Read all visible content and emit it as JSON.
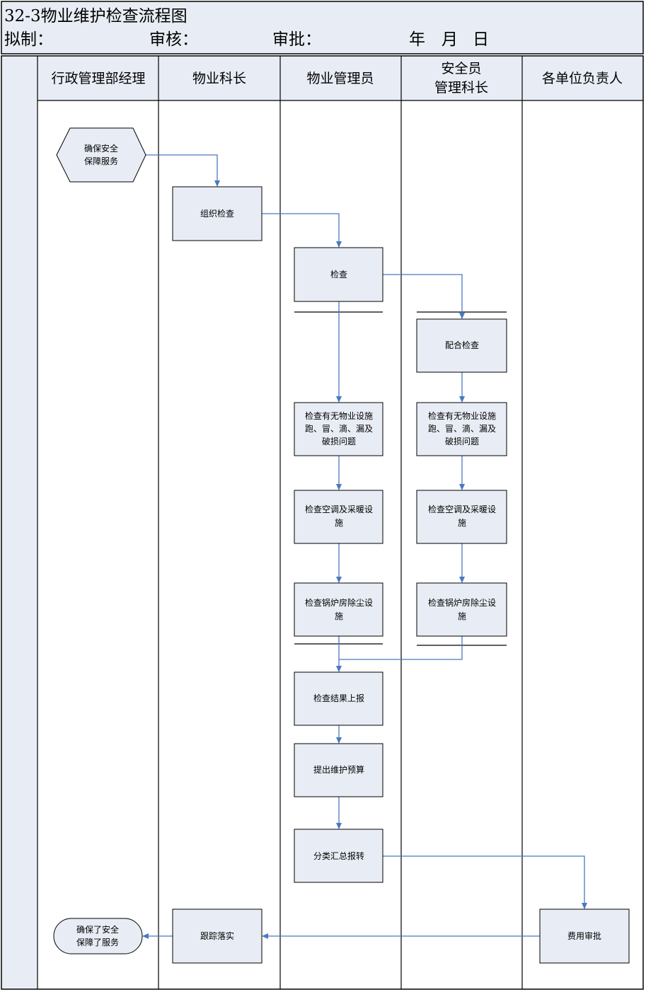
{
  "header": {
    "title": "32-3物业维护检查流程图",
    "drafted_label": "拟制：",
    "reviewed_label": "审核：",
    "approved_label": "审批：",
    "date_year": "年",
    "date_month": "月",
    "date_day": "日"
  },
  "lanes": [
    {
      "id": "lane-admin-manager",
      "lines": [
        "行政管理部经理"
      ]
    },
    {
      "id": "lane-property-section-chief",
      "lines": [
        "物业科长"
      ]
    },
    {
      "id": "lane-property-manager",
      "lines": [
        "物业管理员"
      ]
    },
    {
      "id": "lane-safety-officer",
      "lines": [
        "安全员",
        "管理科长"
      ]
    },
    {
      "id": "lane-unit-heads",
      "lines": [
        "各单位负责人"
      ]
    }
  ],
  "nodes": [
    {
      "id": "start",
      "shape": "hexagon",
      "lines": [
        "确保安全",
        "保障服务"
      ]
    },
    {
      "id": "organize-inspection",
      "shape": "rect",
      "lines": [
        "组织检查"
      ]
    },
    {
      "id": "inspect",
      "shape": "rect",
      "lines": [
        "检查"
      ]
    },
    {
      "id": "assist-inspection",
      "shape": "rect",
      "lines": [
        "配合检查"
      ]
    },
    {
      "id": "check-leaks-a",
      "shape": "rect",
      "lines": [
        "检查有无物业设施",
        "跑、冒、滴、漏及",
        "破损问题"
      ]
    },
    {
      "id": "check-leaks-b",
      "shape": "rect",
      "lines": [
        "检查有无物业设施",
        "跑、冒、滴、漏及",
        "破损问题"
      ]
    },
    {
      "id": "check-hvac-a",
      "shape": "rect",
      "lines": [
        "检查空调及采暖设",
        "施"
      ]
    },
    {
      "id": "check-hvac-b",
      "shape": "rect",
      "lines": [
        "检查空调及采暖设",
        "施"
      ]
    },
    {
      "id": "check-boiler-a",
      "shape": "rect",
      "lines": [
        "检查锅炉房除尘设",
        "施"
      ]
    },
    {
      "id": "check-boiler-b",
      "shape": "rect",
      "lines": [
        "检查锅炉房除尘设",
        "施"
      ]
    },
    {
      "id": "report-results",
      "shape": "rect",
      "lines": [
        "检查结果上报"
      ]
    },
    {
      "id": "propose-budget",
      "shape": "rect",
      "lines": [
        "提出维护预算"
      ]
    },
    {
      "id": "summarize-forward",
      "shape": "rect",
      "lines": [
        "分类汇总报转"
      ]
    },
    {
      "id": "cost-approval",
      "shape": "rect",
      "lines": [
        "费用审批"
      ]
    },
    {
      "id": "track-implementation",
      "shape": "rect",
      "lines": [
        "跟踪落实"
      ]
    },
    {
      "id": "end",
      "shape": "terminal",
      "lines": [
        "确保了安全",
        "保障了服务"
      ]
    }
  ],
  "colors": {
    "node_fill": "#e8edf5",
    "header_fill": "#e8edf5",
    "arrow": "#4a78c0",
    "border": "#000000"
  }
}
